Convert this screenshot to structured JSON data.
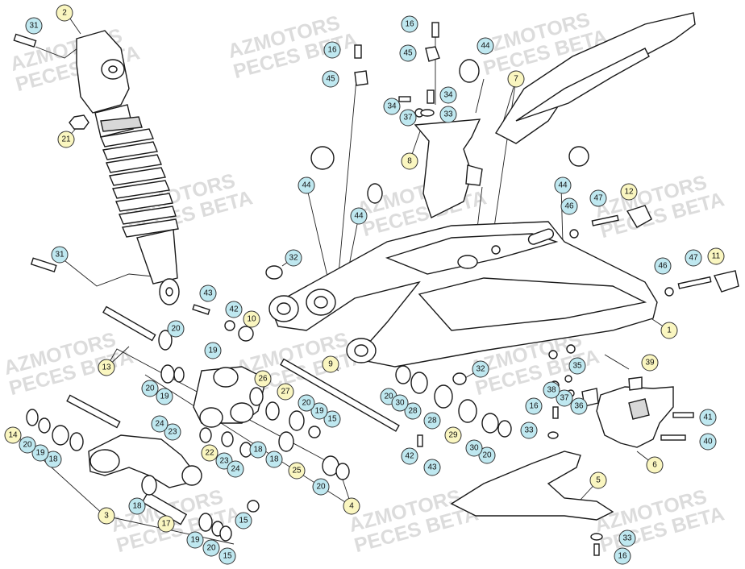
{
  "watermark": {
    "line1": "AZMOTORS",
    "line2": "PECES BETA"
  },
  "colors": {
    "blue_callout": "#bfe8f0",
    "yellow_callout": "#faf6c0"
  },
  "callouts": [
    {
      "id": "c1",
      "n": "1",
      "c": "yellow"
    },
    {
      "id": "c2",
      "n": "2",
      "c": "yellow"
    },
    {
      "id": "c3",
      "n": "3",
      "c": "yellow"
    },
    {
      "id": "c4",
      "n": "4",
      "c": "yellow"
    },
    {
      "id": "c5",
      "n": "5",
      "c": "yellow"
    },
    {
      "id": "c6",
      "n": "6",
      "c": "yellow"
    },
    {
      "id": "c7",
      "n": "7",
      "c": "yellow"
    },
    {
      "id": "c8",
      "n": "8",
      "c": "yellow"
    },
    {
      "id": "c9",
      "n": "9",
      "c": "yellow"
    },
    {
      "id": "c10",
      "n": "10",
      "c": "yellow"
    },
    {
      "id": "c11",
      "n": "11",
      "c": "yellow"
    },
    {
      "id": "c12",
      "n": "12",
      "c": "yellow"
    },
    {
      "id": "c13",
      "n": "13",
      "c": "yellow"
    },
    {
      "id": "c14",
      "n": "14",
      "c": "yellow"
    },
    {
      "id": "c15a",
      "n": "15",
      "c": "blue"
    },
    {
      "id": "c15b",
      "n": "15",
      "c": "blue"
    },
    {
      "id": "c15c",
      "n": "15",
      "c": "blue"
    },
    {
      "id": "c16a",
      "n": "16",
      "c": "blue"
    },
    {
      "id": "c16b",
      "n": "16",
      "c": "blue"
    },
    {
      "id": "c16c",
      "n": "16",
      "c": "blue"
    },
    {
      "id": "c16d",
      "n": "16",
      "c": "blue"
    },
    {
      "id": "c17",
      "n": "17",
      "c": "yellow"
    },
    {
      "id": "c18a",
      "n": "18",
      "c": "blue"
    },
    {
      "id": "c18b",
      "n": "18",
      "c": "blue"
    },
    {
      "id": "c18c",
      "n": "18",
      "c": "blue"
    },
    {
      "id": "c18d",
      "n": "18",
      "c": "blue"
    },
    {
      "id": "c19a",
      "n": "19",
      "c": "blue"
    },
    {
      "id": "c19b",
      "n": "19",
      "c": "blue"
    },
    {
      "id": "c19c",
      "n": "19",
      "c": "blue"
    },
    {
      "id": "c19d",
      "n": "19",
      "c": "blue"
    },
    {
      "id": "c19e",
      "n": "19",
      "c": "blue"
    },
    {
      "id": "c20a",
      "n": "20",
      "c": "blue"
    },
    {
      "id": "c20b",
      "n": "20",
      "c": "blue"
    },
    {
      "id": "c20c",
      "n": "20",
      "c": "blue"
    },
    {
      "id": "c20d",
      "n": "20",
      "c": "blue"
    },
    {
      "id": "c20e",
      "n": "20",
      "c": "blue"
    },
    {
      "id": "c20f",
      "n": "20",
      "c": "blue"
    },
    {
      "id": "c20g",
      "n": "20",
      "c": "blue"
    },
    {
      "id": "c20h",
      "n": "20",
      "c": "blue"
    },
    {
      "id": "c21",
      "n": "21",
      "c": "yellow"
    },
    {
      "id": "c22",
      "n": "22",
      "c": "yellow"
    },
    {
      "id": "c23a",
      "n": "23",
      "c": "blue"
    },
    {
      "id": "c23b",
      "n": "23",
      "c": "blue"
    },
    {
      "id": "c24a",
      "n": "24",
      "c": "blue"
    },
    {
      "id": "c24b",
      "n": "24",
      "c": "blue"
    },
    {
      "id": "c25",
      "n": "25",
      "c": "yellow"
    },
    {
      "id": "c26",
      "n": "26",
      "c": "yellow"
    },
    {
      "id": "c27",
      "n": "27",
      "c": "yellow"
    },
    {
      "id": "c28a",
      "n": "28",
      "c": "blue"
    },
    {
      "id": "c28b",
      "n": "28",
      "c": "blue"
    },
    {
      "id": "c29",
      "n": "29",
      "c": "yellow"
    },
    {
      "id": "c30a",
      "n": "30",
      "c": "blue"
    },
    {
      "id": "c30b",
      "n": "30",
      "c": "blue"
    },
    {
      "id": "c31a",
      "n": "31",
      "c": "blue"
    },
    {
      "id": "c31b",
      "n": "31",
      "c": "blue"
    },
    {
      "id": "c32a",
      "n": "32",
      "c": "blue"
    },
    {
      "id": "c32b",
      "n": "32",
      "c": "blue"
    },
    {
      "id": "c33a",
      "n": "33",
      "c": "blue"
    },
    {
      "id": "c33b",
      "n": "33",
      "c": "blue"
    },
    {
      "id": "c33c",
      "n": "33",
      "c": "blue"
    },
    {
      "id": "c34a",
      "n": "34",
      "c": "blue"
    },
    {
      "id": "c34b",
      "n": "34",
      "c": "blue"
    },
    {
      "id": "c35",
      "n": "35",
      "c": "blue"
    },
    {
      "id": "c36",
      "n": "36",
      "c": "blue"
    },
    {
      "id": "c37a",
      "n": "37",
      "c": "blue"
    },
    {
      "id": "c37b",
      "n": "37",
      "c": "blue"
    },
    {
      "id": "c38",
      "n": "38",
      "c": "blue"
    },
    {
      "id": "c39",
      "n": "39",
      "c": "yellow"
    },
    {
      "id": "c40",
      "n": "40",
      "c": "blue"
    },
    {
      "id": "c41",
      "n": "41",
      "c": "blue"
    },
    {
      "id": "c42a",
      "n": "42",
      "c": "blue"
    },
    {
      "id": "c42b",
      "n": "42",
      "c": "blue"
    },
    {
      "id": "c43a",
      "n": "43",
      "c": "blue"
    },
    {
      "id": "c43b",
      "n": "43",
      "c": "blue"
    },
    {
      "id": "c44a",
      "n": "44",
      "c": "blue"
    },
    {
      "id": "c44b",
      "n": "44",
      "c": "blue"
    },
    {
      "id": "c44c",
      "n": "44",
      "c": "blue"
    },
    {
      "id": "c44d",
      "n": "44",
      "c": "blue"
    },
    {
      "id": "c45a",
      "n": "45",
      "c": "blue"
    },
    {
      "id": "c45b",
      "n": "45",
      "c": "blue"
    },
    {
      "id": "c46a",
      "n": "46",
      "c": "blue"
    },
    {
      "id": "c46b",
      "n": "46",
      "c": "blue"
    },
    {
      "id": "c47a",
      "n": "47",
      "c": "blue"
    },
    {
      "id": "c47b",
      "n": "47",
      "c": "blue"
    }
  ]
}
